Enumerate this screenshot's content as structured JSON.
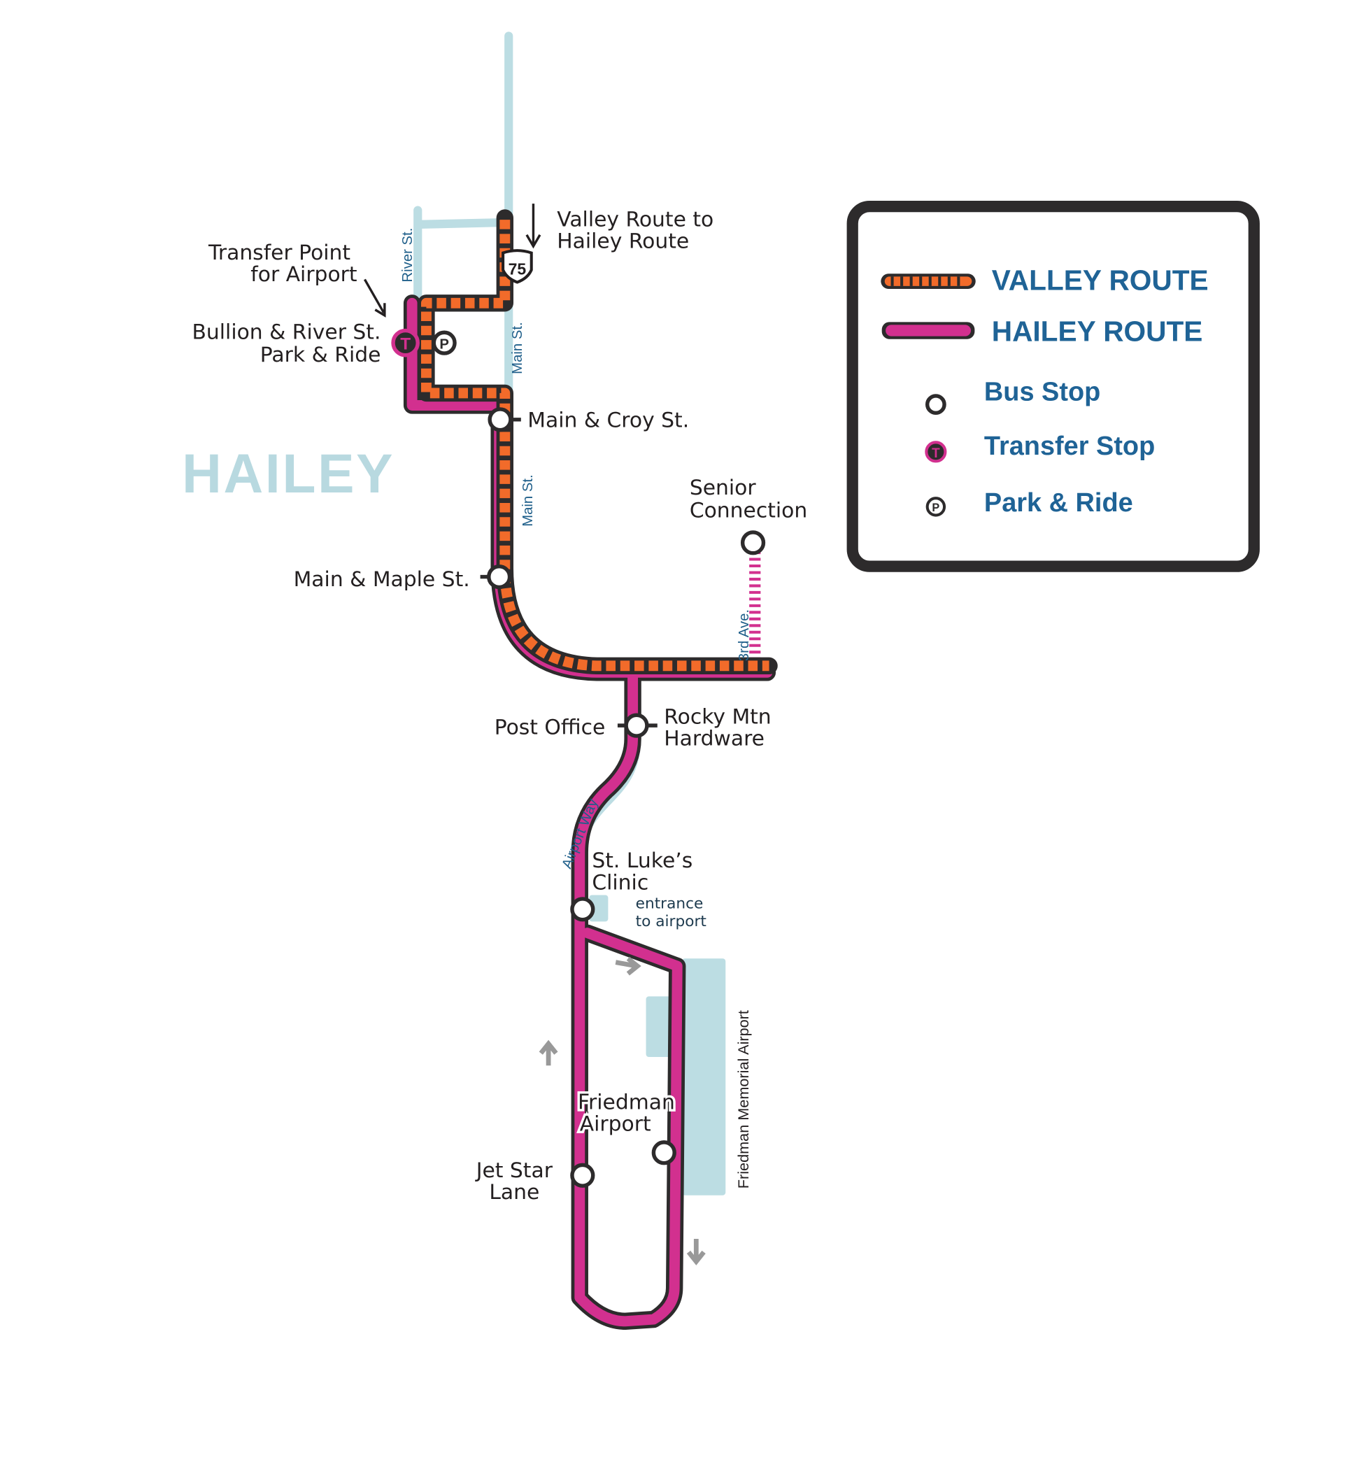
{
  "colors": {
    "hailey": "#d2308f",
    "valley": "#f26b2a",
    "outline": "#2d2b2c",
    "street": "#bcdde3",
    "legend_text": "#1f6396"
  },
  "city_label": "HAILEY",
  "streets": {
    "river": "River St.",
    "main_north": "Main St.",
    "main_south": "Main St.",
    "third_ave": "3rd Ave.",
    "airport_way": "Airport Way",
    "airport_name": "Friedman Memorial Airport",
    "highway_shield": "75"
  },
  "annotations": {
    "valley_to_hailey_1": "Valley Route to",
    "valley_to_hailey_2": "Hailey Route",
    "transfer_point_1": "Transfer Point",
    "transfer_point_2": "for Airport",
    "entrance_1": "entrance",
    "entrance_2": "to airport"
  },
  "stops": {
    "bullion_1": "Bullion & River St.",
    "bullion_2": "Park & Ride",
    "main_croy": "Main & Croy St.",
    "main_maple": "Main & Maple St.",
    "senior_1": "Senior",
    "senior_2": "Connection",
    "post_office": "Post Office",
    "rocky_1": "Rocky Mtn",
    "rocky_2": "Hardware",
    "st_lukes_1": "St. Luke’s",
    "st_lukes_2": "Clinic",
    "friedman_1": "Friedman",
    "friedman_2": "Airport",
    "jet_star_1": "Jet Star",
    "jet_star_2": "Lane"
  },
  "legend": {
    "valley_route": "VALLEY ROUTE",
    "hailey_route": "HAILEY ROUTE",
    "bus_stop": "Bus Stop",
    "transfer_stop": "Transfer Stop",
    "park_ride": "Park & Ride",
    "transfer_glyph": "T",
    "park_glyph": "P"
  }
}
